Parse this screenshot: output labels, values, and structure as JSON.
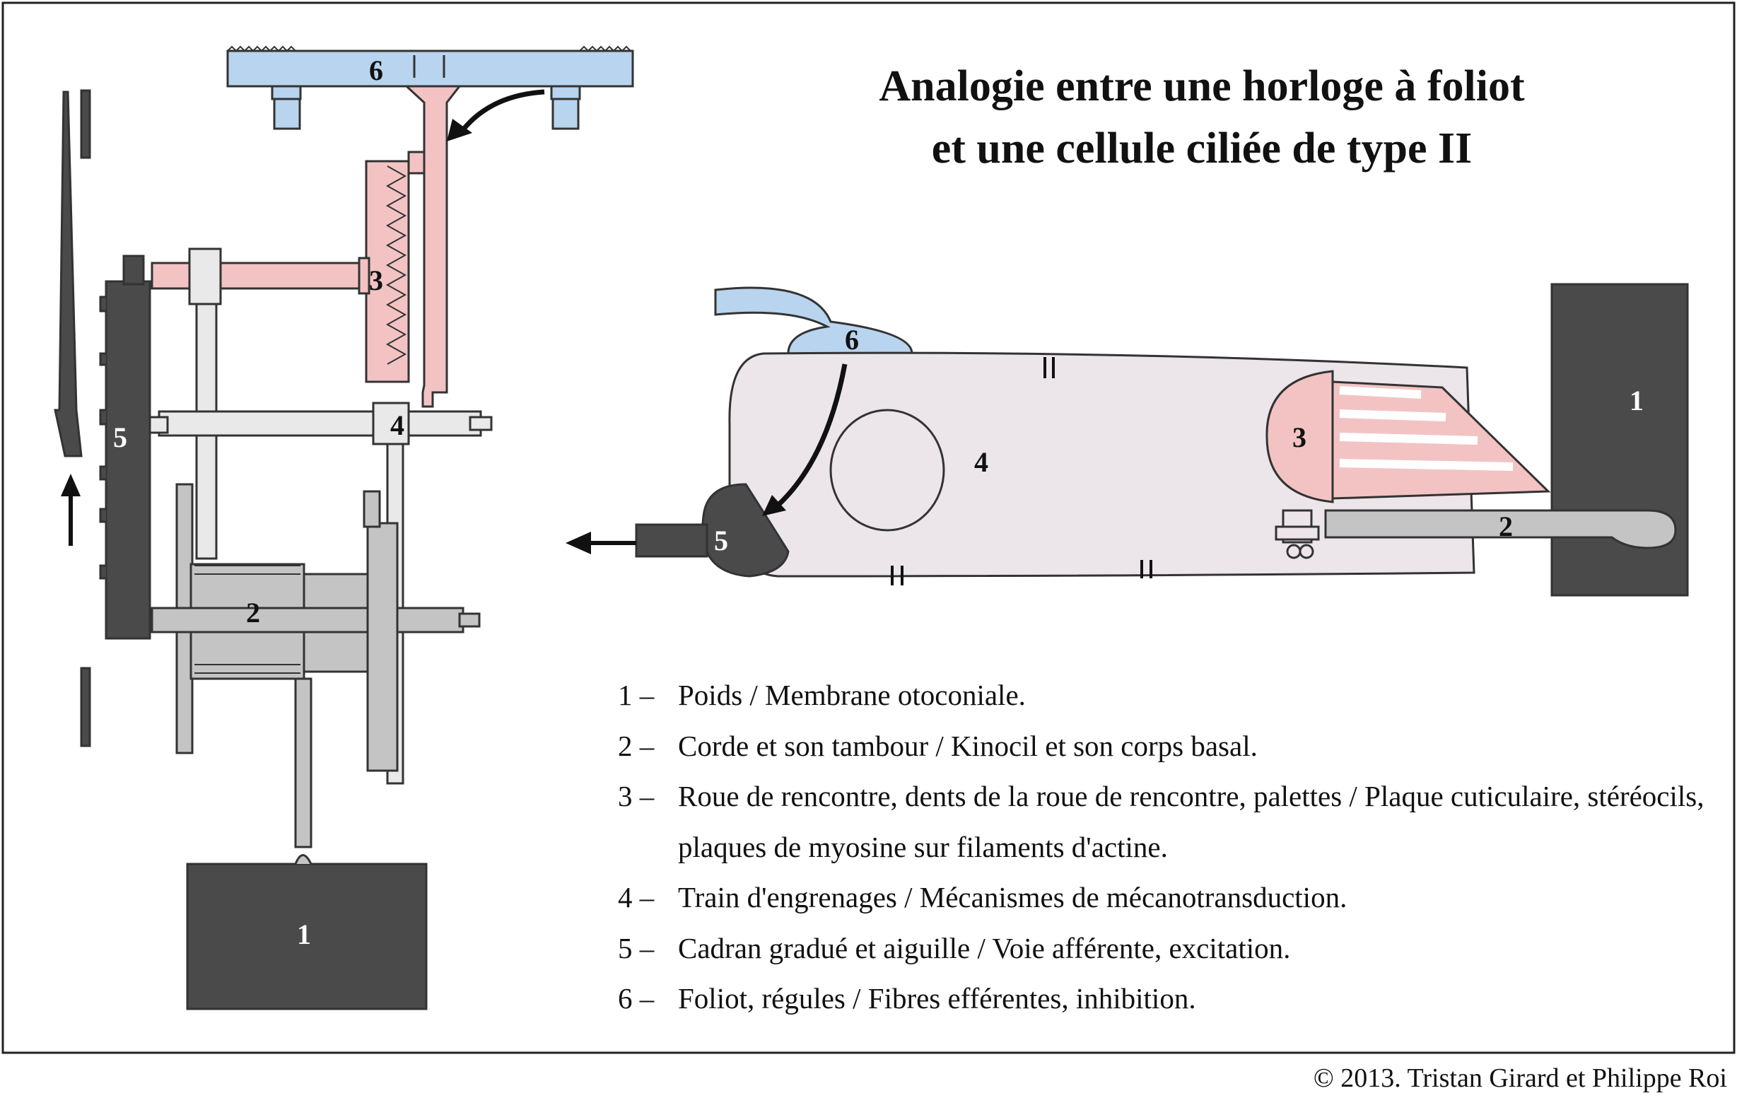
{
  "title": {
    "line1": "Analogie entre une horloge à foliot",
    "line2": "et une cellule ciliée de type II"
  },
  "clock_labels": {
    "foliot": "6",
    "escape_wheel": "3",
    "train": "4",
    "dial": "5",
    "drum": "2",
    "weight": "1"
  },
  "cell_labels": {
    "efferent": "6",
    "cuticular": "3",
    "nucleus": "4",
    "afferent": "5",
    "kinocil": "2",
    "membrane": "1"
  },
  "legend": [
    {
      "num": "1 –",
      "text": "Poids / Membrane otoconiale."
    },
    {
      "num": "2 –",
      "text": "Corde et son tambour / Kinocil et son corps basal."
    },
    {
      "num": "3 –",
      "text": "Roue de rencontre, dents de la roue de rencontre, palettes / Plaque cuticulaire, stéréocils, plaques de myosine sur filaments d'actine."
    },
    {
      "num": "4 –",
      "text": "Train d'engrenages / Mécanismes de mécanotransduction."
    },
    {
      "num": "5 –",
      "text": "Cadran gradué et aiguille / Voie afférente, excitation."
    },
    {
      "num": "6 –",
      "text": "Foliot, régules / Fibres efférentes, inhibition."
    }
  ],
  "copyright": "© 2013. Tristan Girard et Philippe Roi",
  "colors": {
    "blue": "#b8d4ee",
    "pink": "#f3c3c3",
    "light_gray": "#e9e9e9",
    "mid_gray": "#c4c4c4",
    "dark_gray": "#4a4a4a",
    "cell_body": "#ece6ea"
  }
}
